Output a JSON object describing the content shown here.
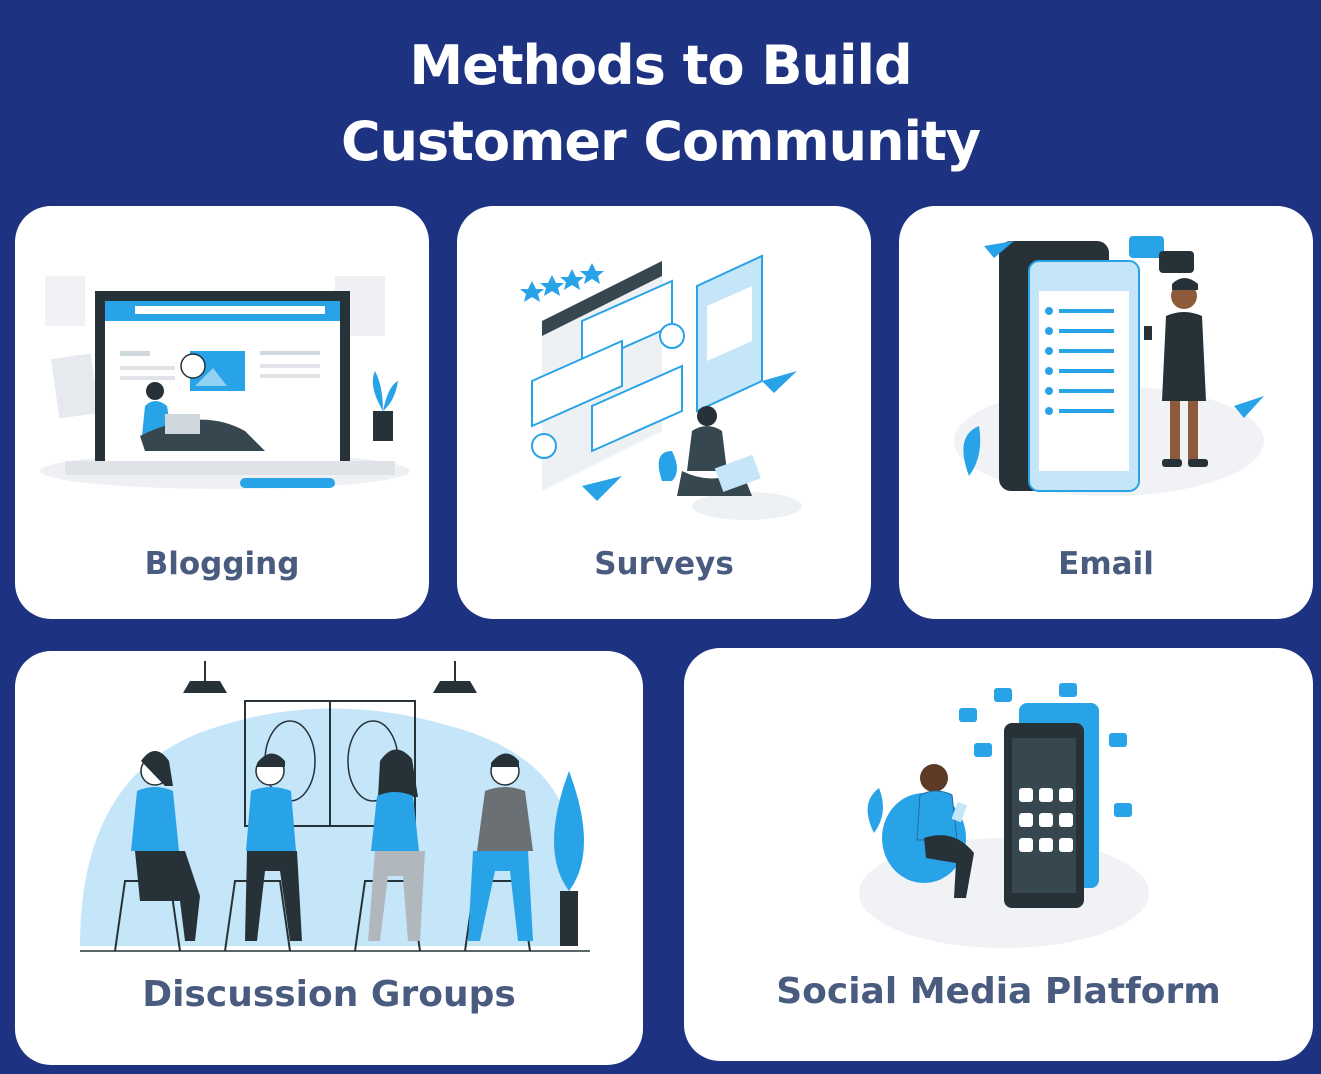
{
  "title": {
    "line1": "Methods to Build",
    "line2": "Customer Community"
  },
  "cards": [
    {
      "label": "Blogging",
      "icon": "blogging-illustration"
    },
    {
      "label": "Surveys",
      "icon": "surveys-illustration"
    },
    {
      "label": "Email",
      "icon": "email-illustration"
    },
    {
      "label": "Discussion Groups",
      "icon": "discussion-groups-illustration"
    },
    {
      "label": "Social Media Platform",
      "icon": "social-media-illustration"
    }
  ],
  "colors": {
    "background": "#1e3282",
    "card": "#ffffff",
    "label": "#4a5b80",
    "accent": "#29a3e8",
    "light_accent": "#c4e6f8",
    "dark": "#263238"
  }
}
